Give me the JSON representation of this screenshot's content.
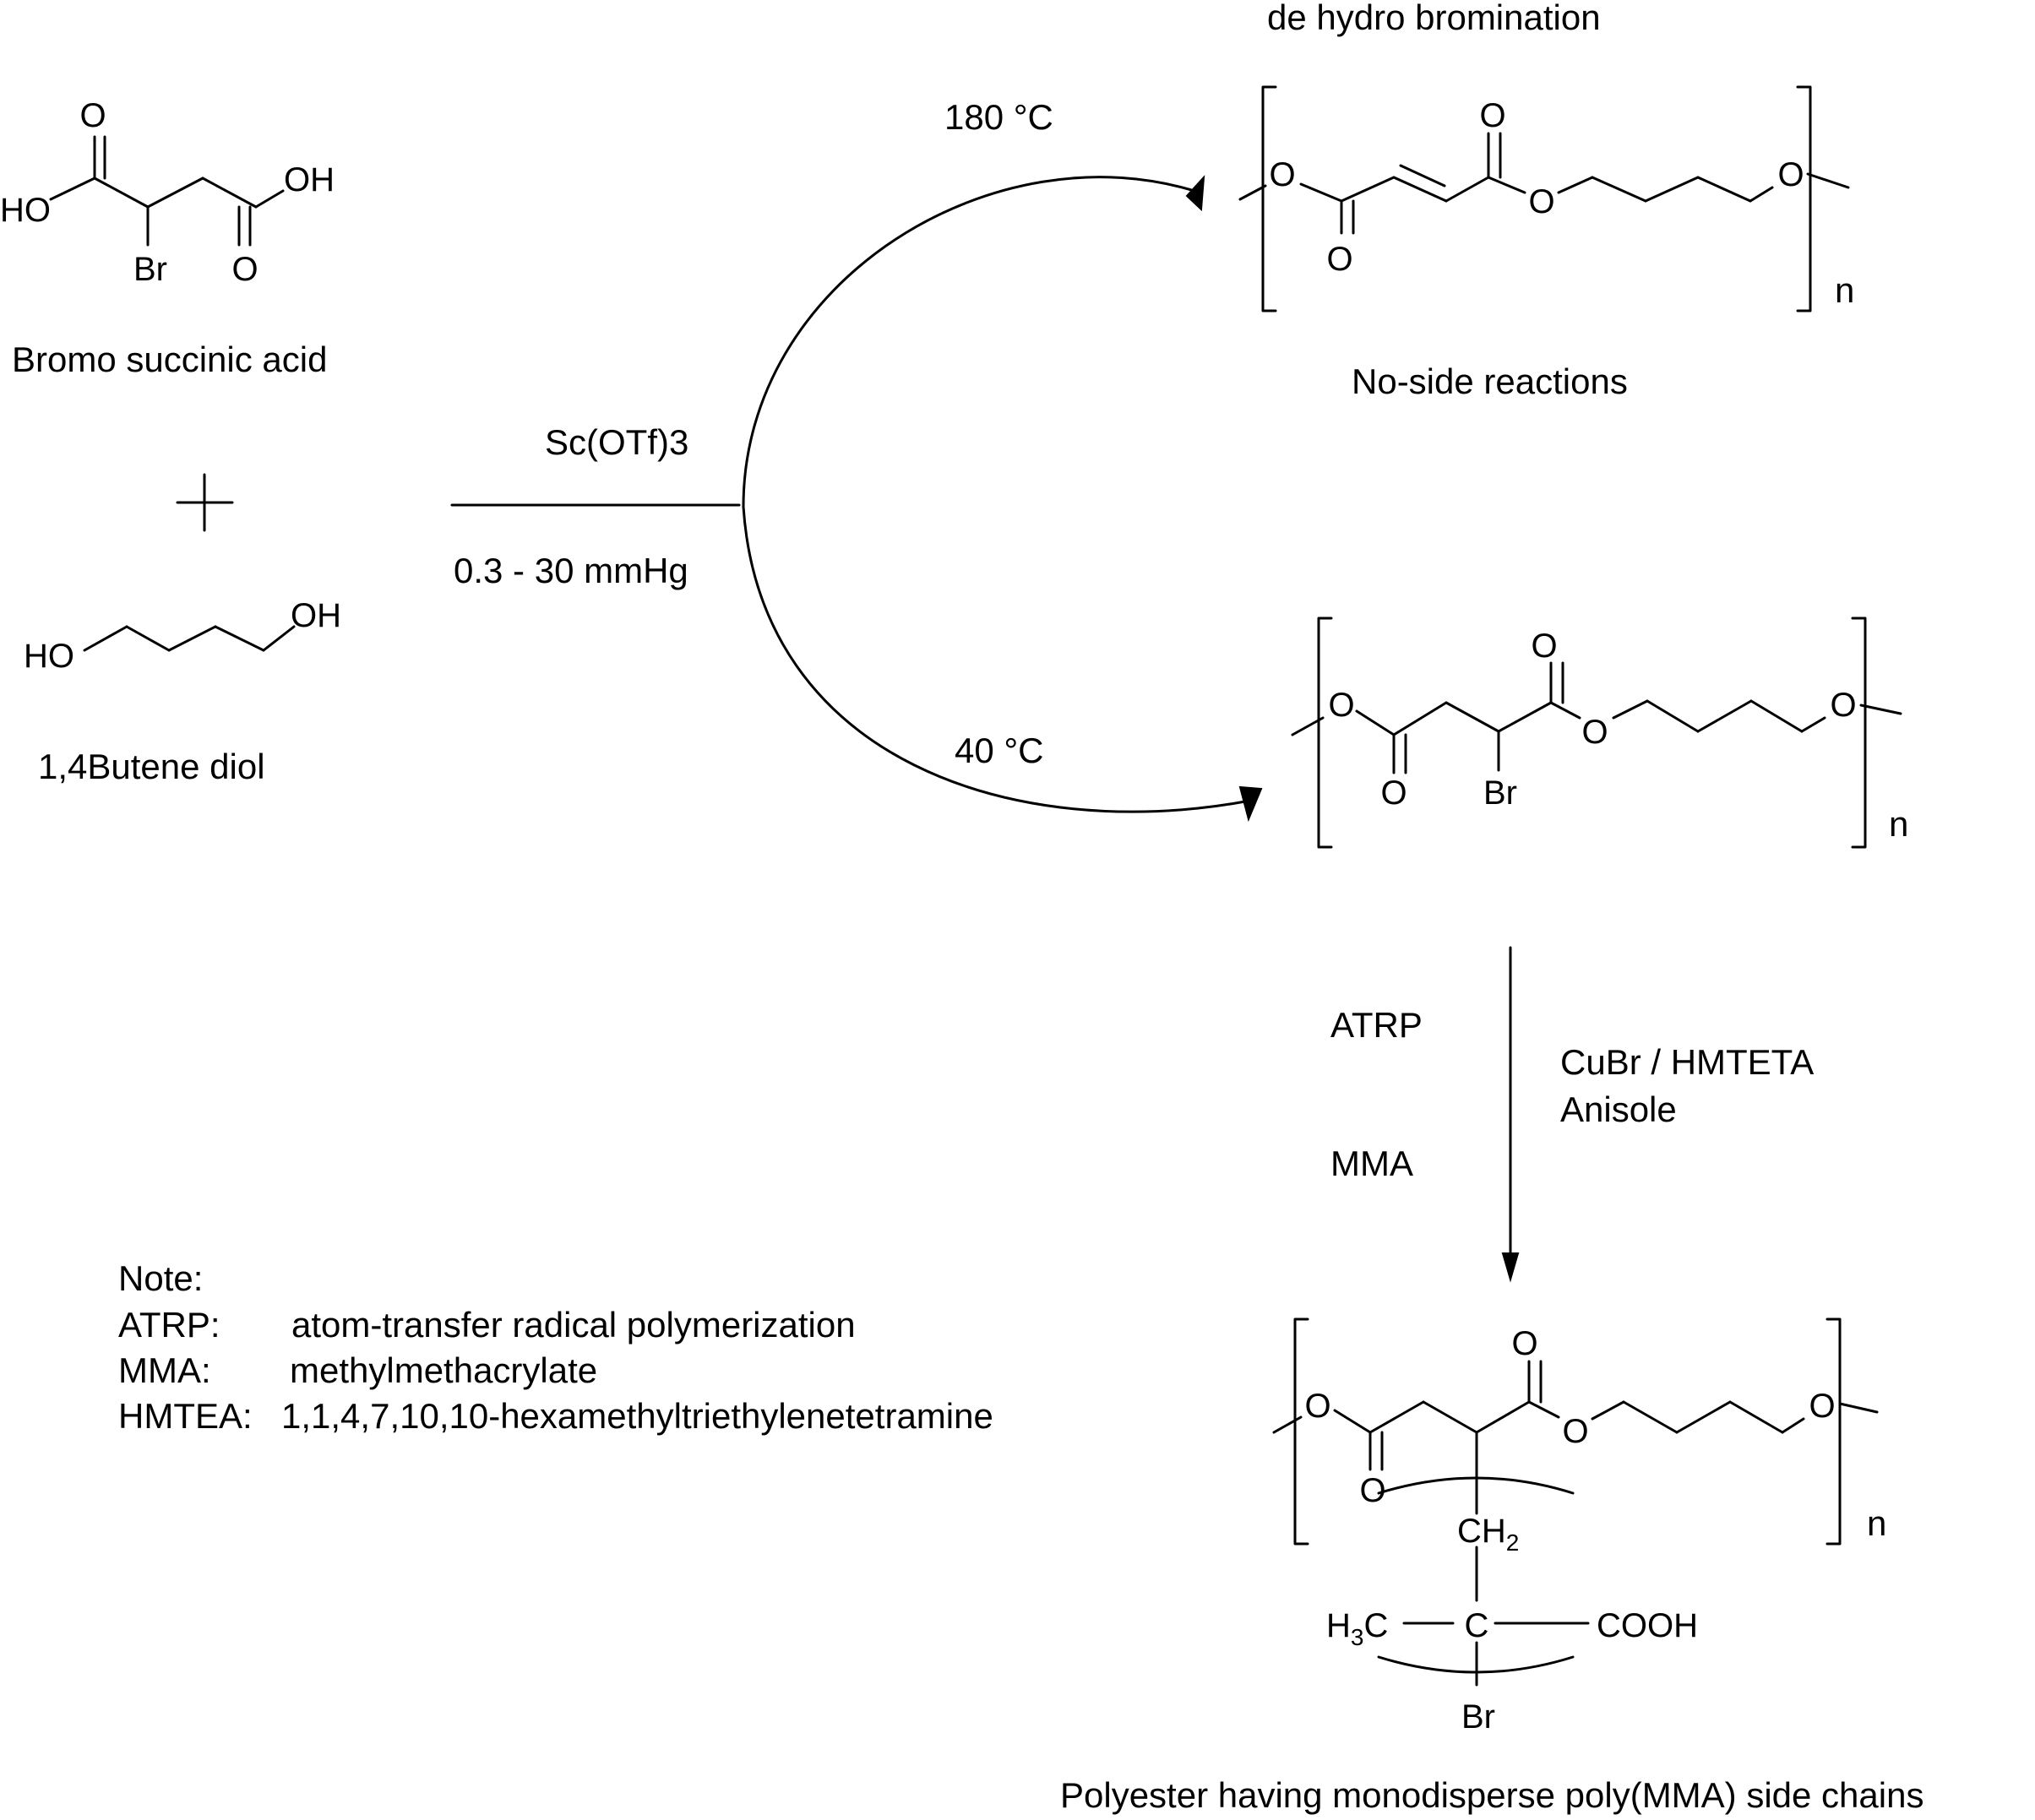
{
  "reactant1": {
    "name": "Bromo succinic acid",
    "atoms": {
      "ho": "HO",
      "oh": "OH",
      "o_top": "O",
      "o_bottom": "O",
      "br": "Br"
    }
  },
  "plus_sign": "plus",
  "reactant2": {
    "name": "1,4Butene diol",
    "atoms": {
      "ho": "HO",
      "oh": "OH"
    }
  },
  "conditions": {
    "catalyst": "Sc(OTf)3",
    "pressure": "0.3 - 30 mmHg",
    "temp_high": "180 °C",
    "temp_low": "40 °C"
  },
  "product_top": {
    "caption_above": "de hydro bromination",
    "caption_below": "No-side reactions",
    "repeat": "n",
    "atoms": {
      "o1": "O",
      "o2": "O",
      "o3": "O",
      "o4": "O",
      "o5": "O"
    }
  },
  "product_mid": {
    "repeat": "n",
    "atoms": {
      "o1": "O",
      "o2": "O",
      "o3": "O",
      "o4": "O",
      "o5": "O",
      "br": "Br"
    }
  },
  "atrp_step": {
    "left_top": "ATRP",
    "left_bottom": "MMA",
    "right_line1": "CuBr / HMTETA",
    "right_line2": "Anisole"
  },
  "product_final": {
    "repeat": "n",
    "caption": "Polyester having monodisperse poly(MMA) side chains",
    "atoms": {
      "o1": "O",
      "o2": "O",
      "o3": "O",
      "o4": "O",
      "o5": "O",
      "ch": "CH",
      "ch_sub": "2",
      "h": "H",
      "h_sub": "3",
      "c_suffix": "C",
      "c": "C",
      "cooh": "COOH",
      "br": "Br"
    }
  },
  "note": {
    "heading": "Note:",
    "rows": [
      {
        "abbr": "ATRP:",
        "definition": "atom-transfer radical polymerization"
      },
      {
        "abbr": "MMA:",
        "definition": "methylmethacrylate"
      },
      {
        "abbr": "HMTEA:",
        "definition": "1,1,4,7,10,10-hexamethyltriethylenetetramine"
      }
    ]
  }
}
